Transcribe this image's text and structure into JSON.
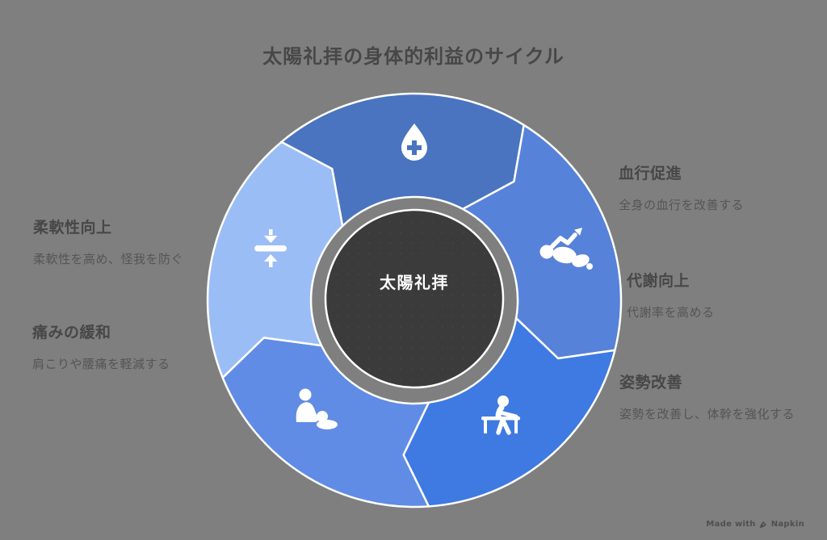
{
  "title": "太陽礼拝の身体的利益のサイクル",
  "center": {
    "label": "太陽礼拝"
  },
  "colors": {
    "background": "#7f7f7f",
    "center_circle": "#3b3b3b",
    "outline": "#ffffff",
    "heading_text": "#474747",
    "body_text": "#555555",
    "watermark_text": "#4f4f4f"
  },
  "segments": [
    {
      "name": "blood-circulation",
      "label": "血行促進",
      "description": "全身の血行を改善する",
      "color": "#4a74bf",
      "icon": "blood-drop-cross-icon",
      "position": "top"
    },
    {
      "name": "metabolism",
      "label": "代謝向上",
      "description": "代謝率を高める",
      "color": "#5682d9",
      "icon": "runner-up-arrow-icon",
      "position": "upper-right"
    },
    {
      "name": "posture",
      "label": "姿勢改善",
      "description": "姿勢を改善し、体幹を強化する",
      "color": "#3e7ae1",
      "icon": "desk-sitting-icon",
      "position": "lower-right"
    },
    {
      "name": "pain-relief",
      "label": "痛みの緩和",
      "description": "肩こりや腰痛を軽減する",
      "color": "#608ce6",
      "icon": "massage-icon",
      "position": "lower-left"
    },
    {
      "name": "flexibility",
      "label": "柔軟性向上",
      "description": "柔軟性を高め、怪我を防ぐ",
      "color": "#9bbdf6",
      "icon": "compress-arrows-icon",
      "position": "left"
    }
  ],
  "watermark": {
    "prefix": "Made with",
    "brand": "Napkin"
  }
}
